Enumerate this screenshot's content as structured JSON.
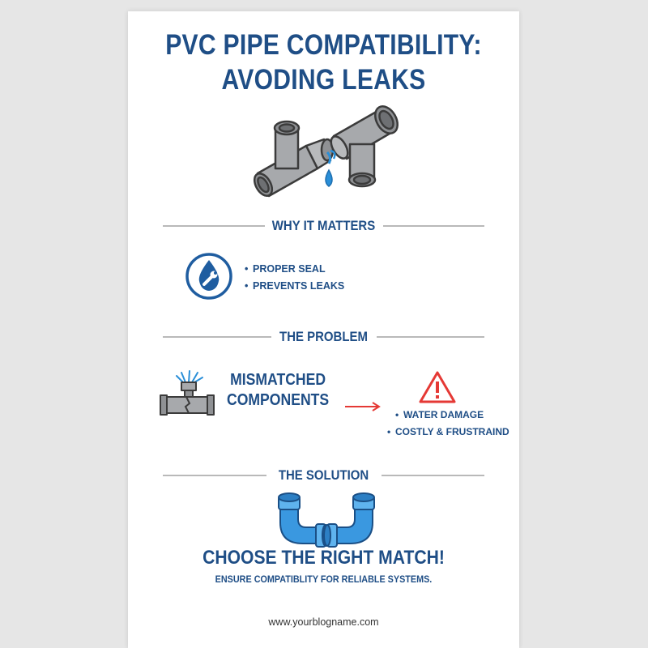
{
  "title": {
    "line1": "PVC PIPE COMPATIBILITY:",
    "line2": "AVODING LEAKS"
  },
  "sections": {
    "why": {
      "heading": "WHY IT MATTERS",
      "bullets": [
        "PROPER SEAL",
        "PREVENTS LEAKS"
      ]
    },
    "problem": {
      "heading": "THE PROBLEM",
      "label_line1": "MISMATCHED",
      "label_line2": "COMPONENTS",
      "consequences": [
        "WATER DAMAGE",
        "COSTLY & FRUSTRAIND"
      ]
    },
    "solution": {
      "heading": "THE SOLUTION",
      "cta": "CHOOSE THE RIGHT MATCH!",
      "subtext": "ENSURE COMPATIBLITY FOR RELIABLE SYSTEMS."
    }
  },
  "footer": "www.yourblogname.com",
  "bullet_char": "•",
  "colors": {
    "primary_blue": "#1f4e86",
    "water_blue": "#2a8fd8",
    "pipe_gray": "#a7a9ac",
    "fitting_blue": "#3a98e0",
    "warning_red": "#e53935",
    "rule_gray": "#b9b9b9"
  },
  "icons": [
    "pvc-fittings-leak-icon",
    "water-drop-wrench-icon",
    "broken-pipe-spray-icon",
    "warning-triangle-icon",
    "red-arrow-icon",
    "blue-elbow-fittings-icon"
  ]
}
